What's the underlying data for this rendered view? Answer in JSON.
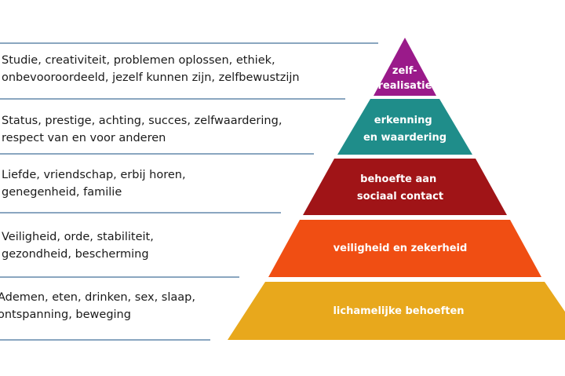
{
  "levels": [
    {
      "label_lines": [
        "zelf-",
        "realisatie"
      ],
      "color": "#9a1a8a",
      "description_lines": [
        "Studie, creativiteit, problemen oplossen, ethiek,",
        "onbevooroordeeld, jezelf kunnen zijn, zelfbewustzijn"
      ]
    },
    {
      "label_lines": [
        "erkenning",
        "en waardering"
      ],
      "color": "#1f8d8a",
      "description_lines": [
        "Status, prestige, achting, succes, zelfwaardering,",
        "respect van en voor anderen"
      ]
    },
    {
      "label_lines": [
        "behoefte aan",
        "sociaal contact"
      ],
      "color": "#a01417",
      "description_lines": [
        "Liefde, vriendschap, erbij horen,",
        "genegenheid, familie"
      ]
    },
    {
      "label_lines": [
        "veiligheid en zekerheid"
      ],
      "color": "#f04e13",
      "description_lines": [
        "Veiligheid, orde, stabiliteit,",
        "gezondheid, bescherming"
      ]
    },
    {
      "label_lines": [
        "lichamelijke behoeften"
      ],
      "color": "#e8a81c",
      "description_lines": [
        "Ademen, eten, drinken, sex, slaap,",
        "ontspanning, beweging"
      ]
    }
  ]
}
